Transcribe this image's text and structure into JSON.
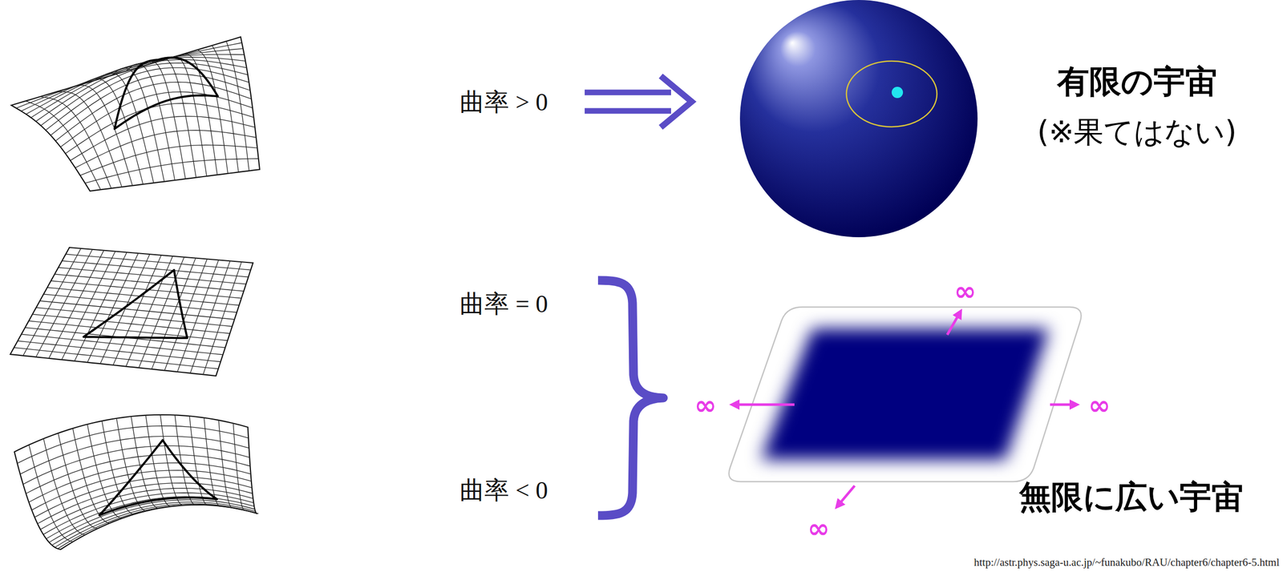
{
  "diagram": {
    "labels": [
      "曲率 > 0",
      "曲率 = 0",
      "曲率 < 0",
      "有限の宇宙",
      "(※果てはない)",
      "∞",
      "∞",
      "∞",
      "∞",
      "無限に広い宇宙",
      "http://astr.phys.saga-u.ac.jp/~funakubo/RAU/chapter6/chapter6-5.html"
    ]
  }
}
